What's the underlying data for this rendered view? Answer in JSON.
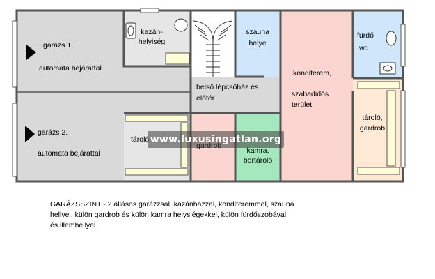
{
  "rooms": {
    "garage1": {
      "name": "garázs 1.",
      "desc": "automata bejárattal"
    },
    "garage2": {
      "name": "garázs 2.",
      "desc": "automata bejárattal"
    },
    "boiler": {
      "line1": "kazán-",
      "line2": "helyiség"
    },
    "sauna": {
      "line1": "szauna",
      "line2": "helye"
    },
    "bath": {
      "line1": "fürdő",
      "line2": "wc"
    },
    "gym": {
      "line1": "konditerem,",
      "line2": "szabadidős",
      "line3": "terület"
    },
    "hall": {
      "line1": "belső lépcsőház és",
      "line2": "előtér"
    },
    "storage_left": {
      "name": "tároló"
    },
    "wardrobe_mid": {
      "name": "gardrob"
    },
    "pantry": {
      "line1": "kamra,",
      "line2": "bortároló"
    },
    "storage_right": {
      "line1": "tároló,",
      "line2": "gardrob"
    }
  },
  "caption": {
    "line1": "GARÁZSSZINT - 2 állásos garázzsal, kazánházzal, konditeremmel, szauna",
    "line2": "hellyel, külön gardrob és külön kamra helysiégekkel, külön fürdőszobával",
    "line3": "és illemhellyel"
  },
  "watermark": "www.luxusingatlan.org",
  "colors": {
    "garage_floor": "#d9d9d9",
    "boiler_floor": "#e6e6e6",
    "sauna_floor": "#cfe6fb",
    "bath_floor": "#cfe6fb",
    "gym_floor": "#fbd6d0",
    "wardrobe_floor": "#fbd6d0",
    "pantry_floor": "#a5e8bd",
    "storage_floor": "#fde9d4",
    "furniture": "#fffdd6",
    "wall": "#555555"
  }
}
